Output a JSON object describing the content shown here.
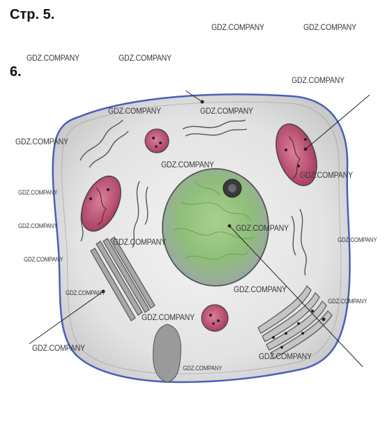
{
  "page": {
    "heading": "Стр. 5.",
    "task_number": "6."
  },
  "figure": {
    "subject": "animal-cell-diagram",
    "colors": {
      "membrane": "#4a5fb8",
      "cytoplasm": "#e6e6e6",
      "mitochondria": "#b8466a",
      "nucleus": "#8fbf7a",
      "nucleolus": "#3a3a3a",
      "golgi": "#9a9a9a",
      "leader_line": "#222222"
    }
  },
  "watermarks": {
    "text": "GDZ.COMPANY",
    "text_small": "GDZ.COMPANY"
  }
}
